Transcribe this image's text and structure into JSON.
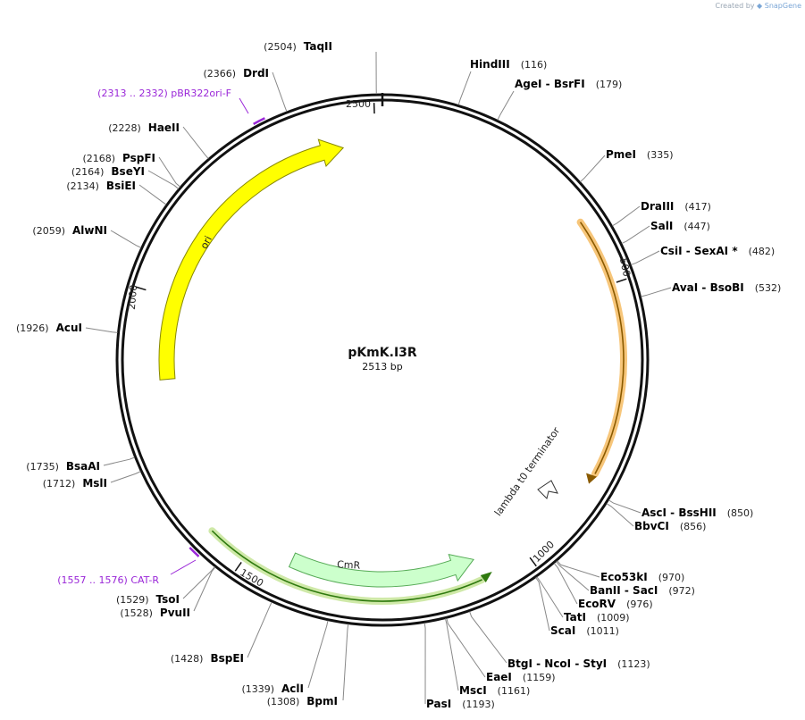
{
  "credit": {
    "prefix": "Created by",
    "brand": "SnapGene"
  },
  "plasmid": {
    "name": "pKmK.I3R",
    "length_label": "2513 bp",
    "length": 2513
  },
  "ticks": [
    {
      "bp": 500,
      "label": "500"
    },
    {
      "bp": 1000,
      "label": "1000"
    },
    {
      "bp": 1500,
      "label": "1500"
    },
    {
      "bp": 2000,
      "label": "2000"
    },
    {
      "bp": 2500,
      "label": "2500"
    }
  ],
  "features": [
    {
      "id": "ori",
      "label": "ori",
      "type": "arrow",
      "start": 1849,
      "end": 2440,
      "color": "#ffff00",
      "stroke": "#888800"
    },
    {
      "id": "cmr",
      "label": "CmR",
      "type": "arrow",
      "start": 1426,
      "end": 1085,
      "color": "#ccffcc",
      "stroke": "#55aa55"
    },
    {
      "id": "lambda",
      "label": "lambda t0 terminator",
      "type": "terminator",
      "at": 905,
      "color": "#ffffff"
    }
  ],
  "highlights": [
    {
      "id": "orange-band",
      "start": 385,
      "end": 825,
      "color": "#f7c67a",
      "stroke": "#8a5a00"
    },
    {
      "id": "green-band",
      "start": 1086,
      "end": 1570,
      "color": "#cfe9a8",
      "stroke": "#2f7a0f"
    }
  ],
  "sites": [
    {
      "name": "TaqII",
      "pos": "(2504)",
      "side": "left"
    },
    {
      "name": "HindIII",
      "pos": "(116)",
      "side": "right"
    },
    {
      "name": "AgeI  -  BsrFI",
      "pos": "(179)",
      "side": "right"
    },
    {
      "name": "PmeI",
      "pos": "(335)",
      "side": "right"
    },
    {
      "name": "DraIII",
      "pos": "(417)",
      "side": "right"
    },
    {
      "name": "SalI",
      "pos": "(447)",
      "side": "right"
    },
    {
      "name": "CsiI  -  SexAI *",
      "pos": "(482)",
      "side": "right"
    },
    {
      "name": "AvaI  -  BsoBI",
      "pos": "(532)",
      "side": "right"
    },
    {
      "name": "AscI  -  BssHII",
      "pos": "(850)",
      "side": "right"
    },
    {
      "name": "BbvCI",
      "pos": "(856)",
      "side": "right"
    },
    {
      "name": "Eco53kI",
      "pos": "(970)",
      "side": "right"
    },
    {
      "name": "BanII  -  SacI",
      "pos": "(972)",
      "side": "right"
    },
    {
      "name": "EcoRV",
      "pos": "(976)",
      "side": "right"
    },
    {
      "name": "TatI",
      "pos": "(1009)",
      "side": "right"
    },
    {
      "name": "ScaI",
      "pos": "(1011)",
      "side": "right"
    },
    {
      "name": "BtgI  -  NcoI  -  StyI",
      "pos": "(1123)",
      "side": "right"
    },
    {
      "name": "EaeI",
      "pos": "(1159)",
      "side": "right"
    },
    {
      "name": "MscI",
      "pos": "(1161)",
      "side": "right"
    },
    {
      "name": "PasI",
      "pos": "(1193)",
      "side": "right"
    },
    {
      "name": "BpmI",
      "pos": "(1308)",
      "side": "left"
    },
    {
      "name": "AclI",
      "pos": "(1339)",
      "side": "left"
    },
    {
      "name": "BspEI",
      "pos": "(1428)",
      "side": "left"
    },
    {
      "name": "PvuII",
      "pos": "(1528)",
      "side": "left"
    },
    {
      "name": "TsoI",
      "pos": "(1529)",
      "side": "left"
    },
    {
      "name": "MslI",
      "pos": "(1712)",
      "side": "left"
    },
    {
      "name": "BsaAI",
      "pos": "(1735)",
      "side": "left"
    },
    {
      "name": "AcuI",
      "pos": "(1926)",
      "side": "left"
    },
    {
      "name": "AlwNI",
      "pos": "(2059)",
      "side": "left"
    },
    {
      "name": "BsiEI",
      "pos": "(2134)",
      "side": "left"
    },
    {
      "name": "BseYI",
      "pos": "(2164)",
      "side": "left"
    },
    {
      "name": "PspFI",
      "pos": "(2168)",
      "side": "left"
    },
    {
      "name": "HaeII",
      "pos": "(2228)",
      "side": "left"
    },
    {
      "name": "DrdI",
      "pos": "(2366)",
      "side": "left"
    }
  ],
  "primers": [
    {
      "id": "pbr322",
      "label": "(2313 .. 2332)  pBR322ori-F",
      "color": "#9a27d8"
    },
    {
      "id": "catr",
      "label": "(1557 .. 1576)  CAT-R",
      "color": "#9a27d8"
    }
  ]
}
